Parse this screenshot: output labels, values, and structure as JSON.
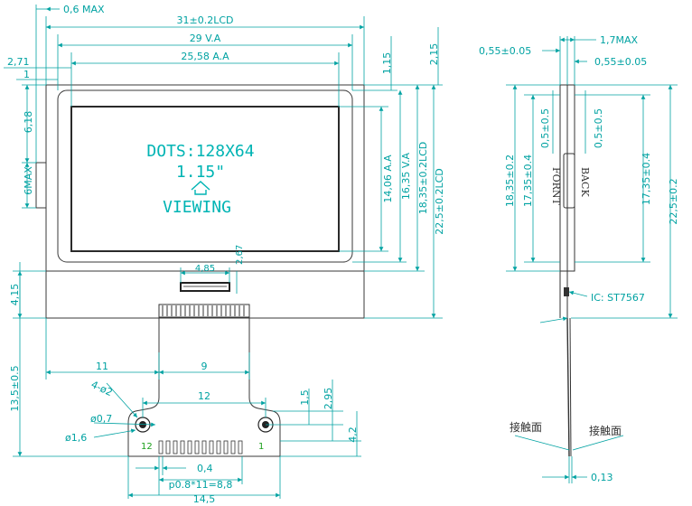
{
  "front_view": {
    "dims": {
      "max_06": "0,6 MAX",
      "lcd_width": "31±0.2LCD",
      "va_width": "29 V.A",
      "aa_width": "25,58 A.A",
      "dim_271": "2,71",
      "dim_1": "1",
      "dim_618": "6,18",
      "dim_6max": "6MAX",
      "dim_115": "1,15",
      "dim_215": "2,15",
      "aa_height": "14,06 A.A",
      "va_height": "16,35 V.A",
      "lcd_height": "18,35±0.2LCD",
      "total_height": "22,5±0.2LCD",
      "dim_485": "4,85",
      "dim_267": "2,67",
      "dim_415": "4,15",
      "dim_135": "13,5±0.5",
      "dim_11": "11",
      "dim_9": "9",
      "holes": "4-ø2",
      "dim_12": "12",
      "dim_07": "ø0,7",
      "dim_16": "ø1,6",
      "dim_15": "1,5",
      "dim_295": "2,95",
      "dim_42": "4,2",
      "dim_04": "0,4",
      "pitch": "p0.8*11=8,8",
      "dim_145": "14,5"
    },
    "screen_text": {
      "line1": "DOTS:128X64",
      "line2": "1.15\"",
      "line3": "VIEWING"
    },
    "pins": {
      "left": "12",
      "right": "1"
    }
  },
  "side_view": {
    "dims": {
      "top_left": "0,55±0.05",
      "top_max": "1,7MAX",
      "top_right": "0,55±0.05",
      "left_outer": "18,35±0.2",
      "left_inner": "17,35±0.4",
      "left_small": "0,5±0.5",
      "right_small": "0,5±0.5",
      "right_inner": "17,35±0.4",
      "right_outer": "22,5±0.2",
      "ic": "IC: ST7567",
      "bottom": "0,13"
    },
    "labels": {
      "front": "FORNT",
      "back": "BACK",
      "contact_left": "接触面",
      "contact_right": "接触面"
    }
  }
}
